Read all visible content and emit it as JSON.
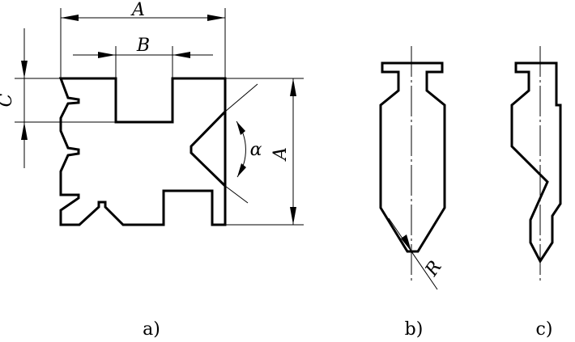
{
  "dimensions": {
    "a_top_width": "A",
    "b_slot_width": "B",
    "c_height": "C",
    "alpha_angle": "α",
    "a_right_height": "A",
    "r_radius": "R"
  },
  "captions": {
    "a": "a)",
    "b": "b)",
    "c": "c)"
  }
}
